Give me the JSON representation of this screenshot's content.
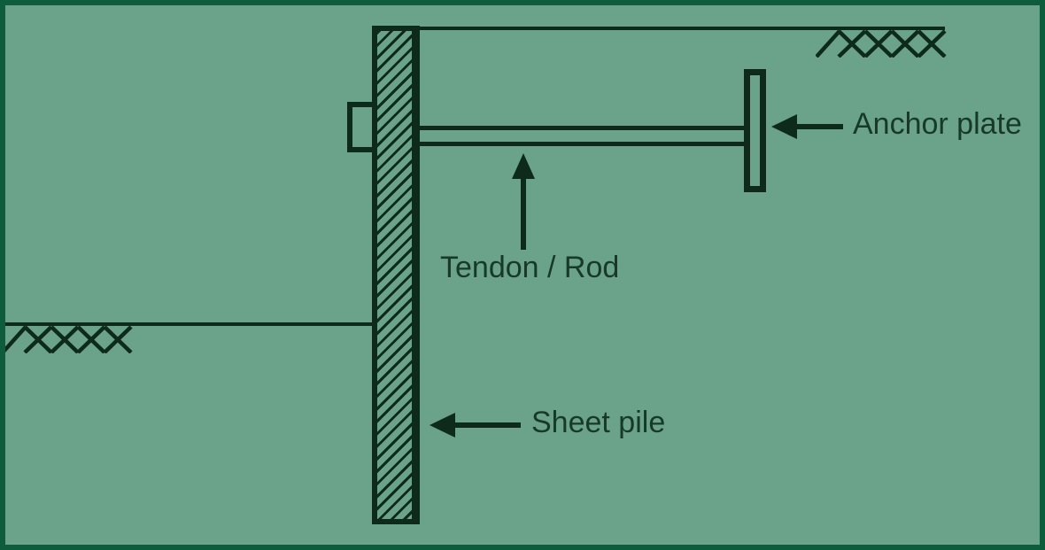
{
  "figure": {
    "type": "engineering-diagram",
    "subject": "Anchored sheet pile wall cross-section",
    "labels": {
      "tendon_rod": "Tendon / Rod",
      "anchor_plate": "Anchor plate",
      "sheet_pile": "Sheet pile"
    },
    "components": [
      "sheet-pile-wall-hatched",
      "waler-block",
      "tendon-rod-double-line",
      "anchor-plate",
      "high-ground-surface-right",
      "low-ground-surface-left",
      "ground-hatch-marks"
    ],
    "colors": {
      "background": "#6AA28A",
      "frame_border": "#0D5C3C",
      "line": "#0D2A1B",
      "text": "#173A28"
    }
  }
}
